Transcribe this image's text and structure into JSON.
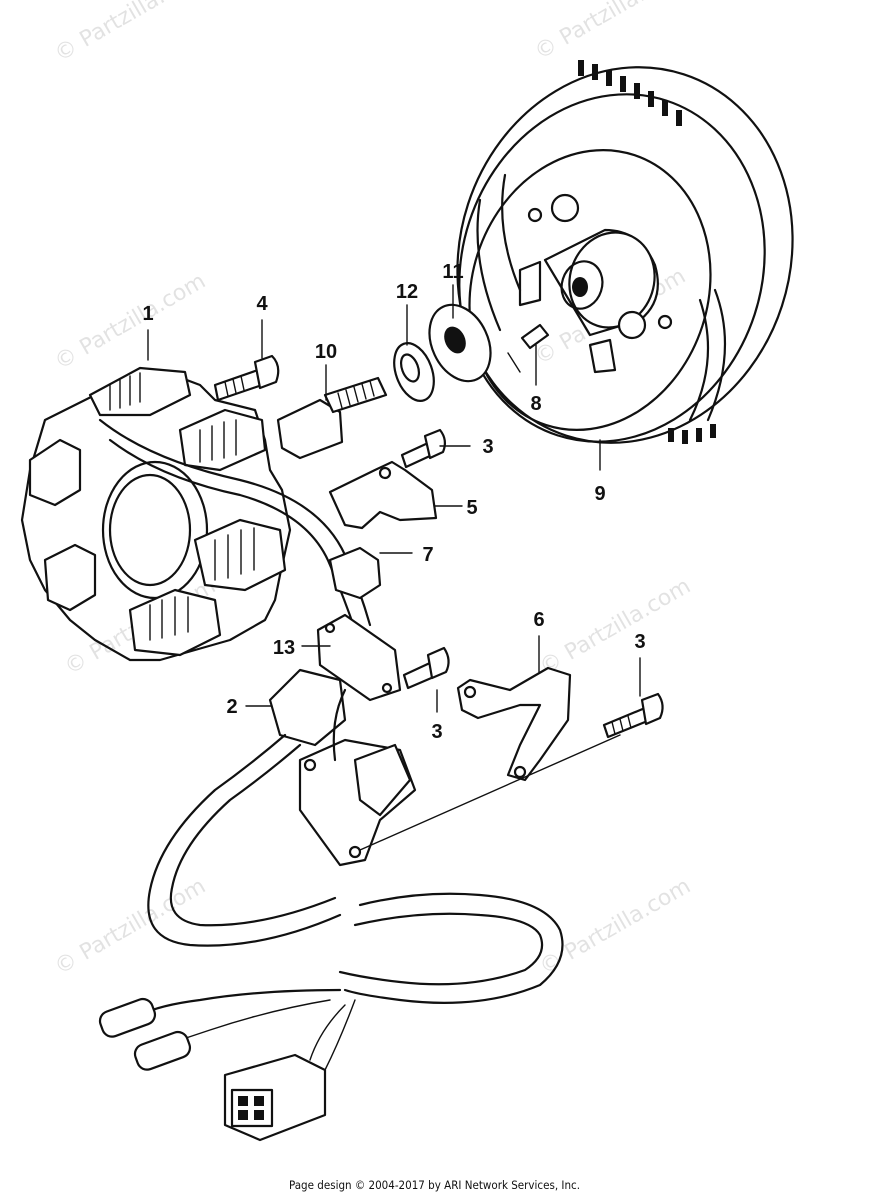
{
  "callouts": [
    {
      "id": "c1",
      "label": "1"
    },
    {
      "id": "c2",
      "label": "2"
    },
    {
      "id": "c3a",
      "label": "3"
    },
    {
      "id": "c3b",
      "label": "3"
    },
    {
      "id": "c3c",
      "label": "3"
    },
    {
      "id": "c4",
      "label": "4"
    },
    {
      "id": "c5",
      "label": "5"
    },
    {
      "id": "c6",
      "label": "6"
    },
    {
      "id": "c7",
      "label": "7"
    },
    {
      "id": "c8",
      "label": "8"
    },
    {
      "id": "c9",
      "label": "9"
    },
    {
      "id": "c10",
      "label": "10"
    },
    {
      "id": "c11",
      "label": "11"
    },
    {
      "id": "c12",
      "label": "12"
    },
    {
      "id": "c13",
      "label": "13"
    }
  ],
  "watermark": "© Partzilla.com",
  "footer": "Page design © 2004-2017 by ARI Network Services, Inc."
}
